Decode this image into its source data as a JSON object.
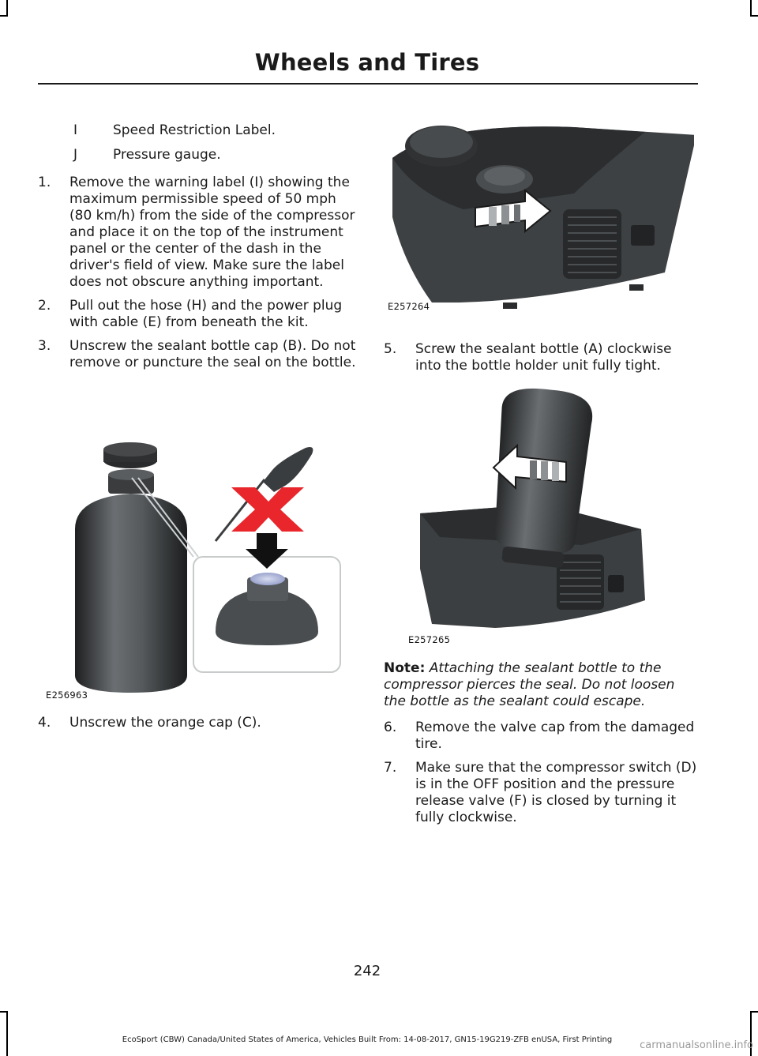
{
  "header": {
    "title": "Wheels and Tires"
  },
  "key": [
    {
      "letter": "I",
      "text": "Speed Restriction Label."
    },
    {
      "letter": "J",
      "text": "Pressure gauge."
    }
  ],
  "steps_left": [
    {
      "num": "1.",
      "text": "Remove the warning label (I) showing the maximum permissible speed of 50 mph (80 km/h) from the side of the compressor and place it on the top of the instrument panel or the center of the dash in the driver's field of view. Make sure the label does not obscure anything important."
    },
    {
      "num": "2.",
      "text": "Pull out the hose (H) and the power plug with cable (E) from beneath the kit."
    },
    {
      "num": "3.",
      "text": "Unscrew the sealant bottle cap (B). Do not remove or puncture the seal on the bottle."
    }
  ],
  "step4": {
    "num": "4.",
    "text": "Unscrew the orange cap (C)."
  },
  "step5": {
    "num": "5.",
    "text": "Screw the sealant bottle (A) clockwise into the bottle holder unit fully tight."
  },
  "figures": {
    "fig1": "E256963",
    "fig2": "E257264",
    "fig3": "E257265"
  },
  "note": {
    "label": "Note:",
    "text": "Attaching the sealant bottle to the compressor pierces the seal. Do not loosen the bottle as the sealant could escape."
  },
  "steps_right": [
    {
      "num": "6.",
      "text": "Remove the valve cap from the damaged tire."
    },
    {
      "num": "7.",
      "text": "Make sure that the compressor switch (D) is in the OFF position and the pressure release valve (F) is closed by turning it fully clockwise."
    }
  ],
  "page_number": "242",
  "footer": "EcoSport (CBW) Canada/United States of America, Vehicles Built From: 14-08-2017, GN15-19G219-ZFB enUSA, First Printing",
  "watermark": "carmanualsonline.info",
  "colors": {
    "warning_cross": "#e8262b",
    "body_dark": "#3e4143",
    "seal": "#a9b3d6"
  }
}
